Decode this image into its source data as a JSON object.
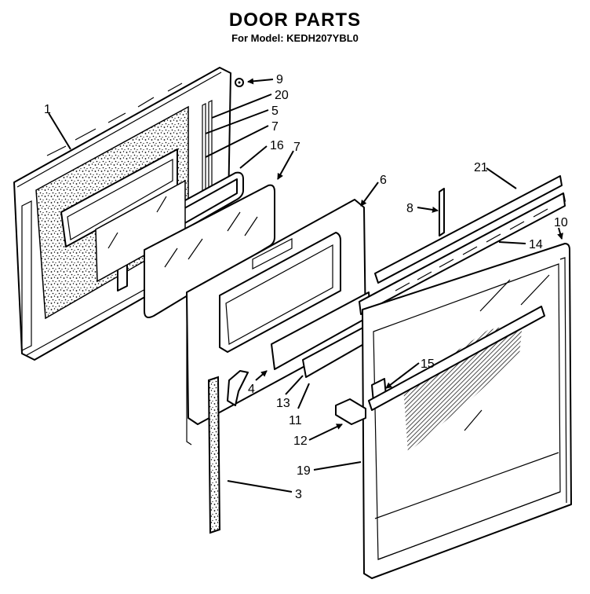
{
  "title": "DOOR PARTS",
  "subtitle": "For Model: KEDH207YBL0",
  "callouts": {
    "c1": "1",
    "c3": "3",
    "c4": "4",
    "c5": "5",
    "c6": "6",
    "c7a": "7",
    "c7b": "7",
    "c8": "8",
    "c9": "9",
    "c10": "10",
    "c11": "11",
    "c12": "12",
    "c13": "13",
    "c14": "14",
    "c15": "15",
    "c16": "16",
    "c19": "19",
    "c20": "20",
    "c21": "21"
  }
}
